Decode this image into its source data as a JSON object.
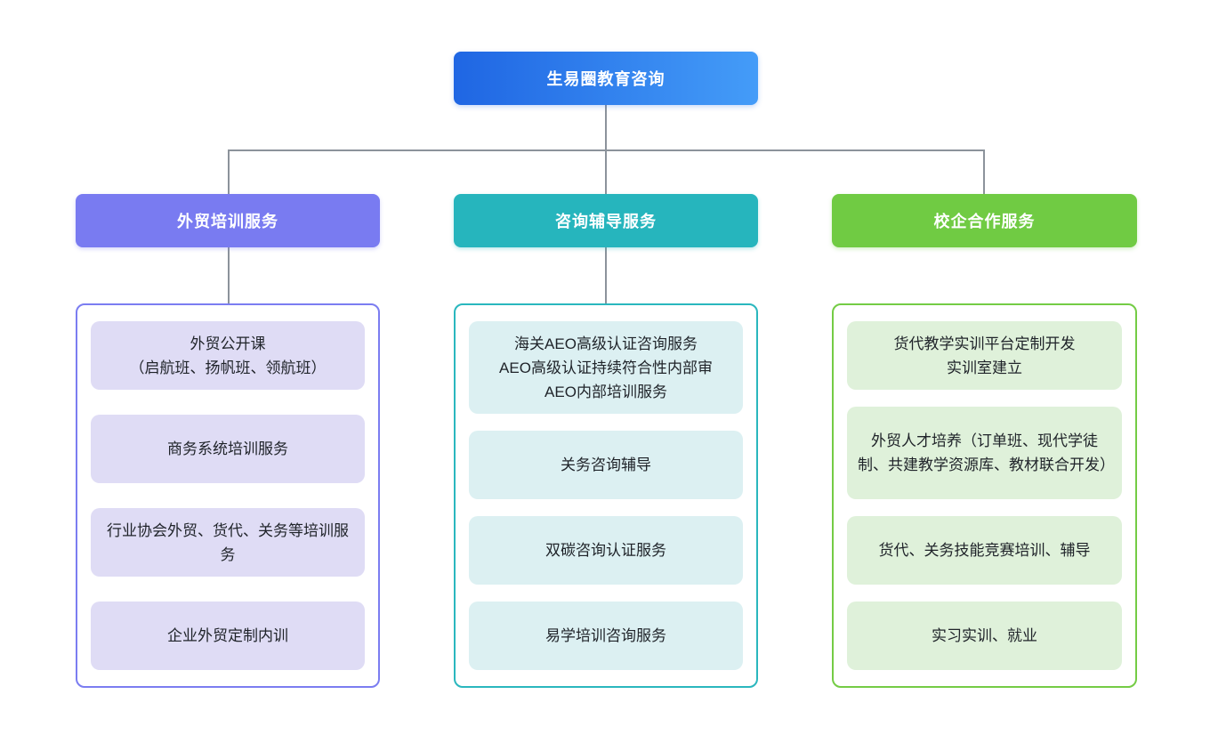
{
  "root": {
    "label": "生易圈教育咨询"
  },
  "branches": [
    {
      "title": "外贸培训服务",
      "items": [
        "外贸公开课\n（启航班、扬帆班、领航班）",
        "商务系统培训服务",
        "行业协会外贸、货代、关务等培训服务",
        "企业外贸定制内训"
      ]
    },
    {
      "title": "咨询辅导服务",
      "items": [
        "海关AEO高级认证咨询服务\nAEO高级认证持续符合性内部审\nAEO内部培训服务",
        "关务咨询辅导",
        "双碳咨询认证服务",
        "易学培训咨询服务"
      ]
    },
    {
      "title": "校企合作服务",
      "items": [
        "货代教学实训平台定制开发\n实训室建立",
        "外贸人才培养（订单班、现代学徒制、共建教学资源库、教材联合开发）",
        "货代、关务技能竞赛培训、辅导",
        "实习实训、就业"
      ]
    }
  ],
  "colors": {
    "root_gradient_start": "#1f66e3",
    "root_gradient_end": "#449cf8",
    "branch1_header": "#797bf1",
    "branch1_item_bg": "#dfdcf5",
    "branch1_border": "#7b7df1",
    "branch2_header": "#26b5bd",
    "branch2_item_bg": "#dcf0f2",
    "branch2_border": "#2ab7be",
    "branch3_header": "#70cb43",
    "branch3_item_bg": "#dff1da",
    "branch3_border": "#74cc45",
    "connector": "#8c939b",
    "text": "#1f2329"
  }
}
